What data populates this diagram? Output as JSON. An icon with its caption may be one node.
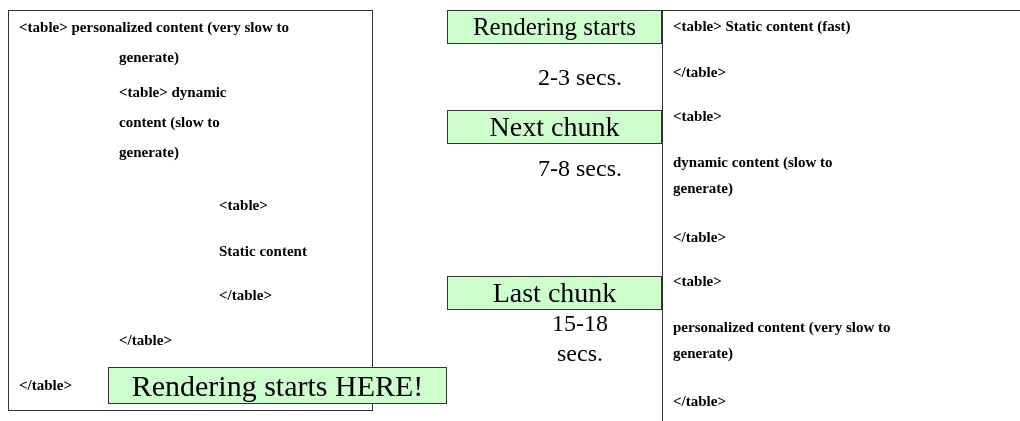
{
  "diagram": {
    "nodes": [
      {
        "text": [
          "<table> personalized content (very slow to generate)",
          "<table> dynamic content (slow to generate)",
          "<table>",
          "Static content",
          "</table>",
          "</table>",
          "</table>"
        ]
      },
      {
        "text": [
          "Rendering starts HERE!"
        ]
      },
      {
        "text": [
          "Rendering starts"
        ],
        "beside": [
          "2-3 secs."
        ]
      },
      {
        "text": [
          "Next chunk"
        ],
        "beside": [
          "7-8 secs."
        ]
      },
      {
        "text": [
          "Last chunk"
        ],
        "beside": [
          "15-18 secs."
        ]
      }
    ],
    "labels": [
      "<table> Static content (fast)",
      "</table>",
      "<table>",
      "dynamic content (slow to generate)",
      "</table>",
      "<table>",
      "personalized content (very slow to generate)",
      "</table>"
    ]
  }
}
